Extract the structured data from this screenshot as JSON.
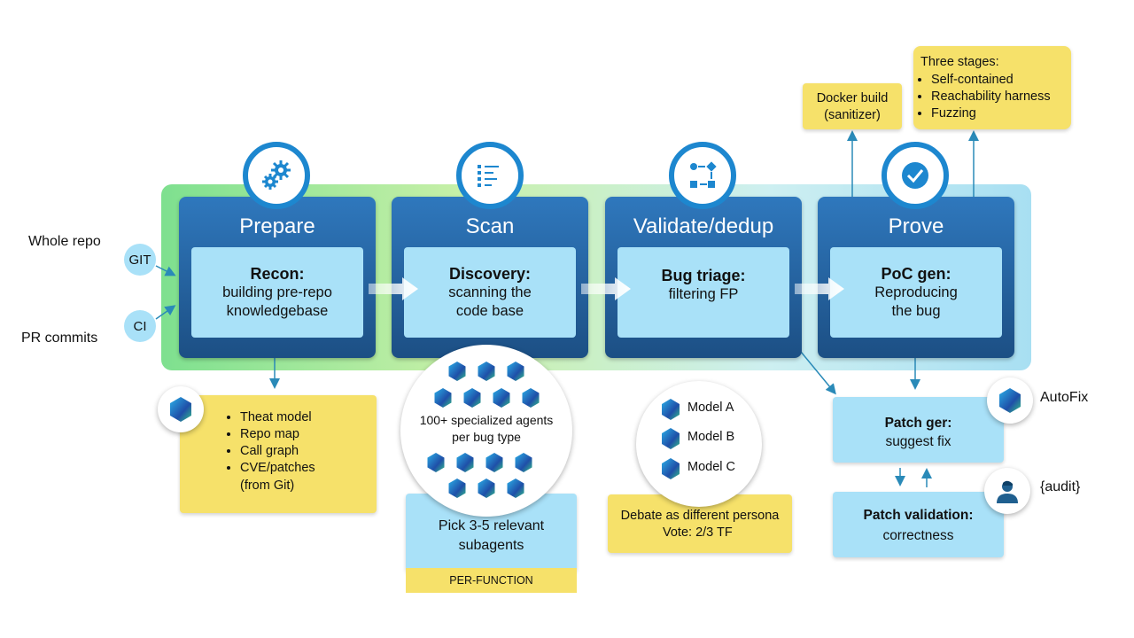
{
  "inputs": {
    "whole_repo": "Whole repo",
    "pr_commits": "PR commits",
    "git": "GIT",
    "ci": "CI"
  },
  "stages": [
    {
      "title": "Prepare",
      "box_title": "Recon:",
      "box_text1": "building pre-repo",
      "box_text2": "knowledgebase",
      "icon": "gears-icon"
    },
    {
      "title": "Scan",
      "box_title": "Discovery:",
      "box_text1": "scanning the",
      "box_text2": "code base",
      "icon": "list-icon"
    },
    {
      "title": "Validate/dedup",
      "box_title": "Bug triage:",
      "box_text1": "filtering FP",
      "box_text2": "",
      "icon": "workflow-icon"
    },
    {
      "title": "Prove",
      "box_title": "PoC gen:",
      "box_text1": "Reproducing",
      "box_text2": "the bug",
      "icon": "check-icon"
    }
  ],
  "prepare_notes": [
    "Theat model",
    "Repo map",
    "Call graph",
    "CVE/patches",
    "(from Git)"
  ],
  "scan_circle_text": "100+ specialized agents per bug type",
  "scan_pick": "Pick 3-5 relevant subagents",
  "scan_per_function": "PER-FUNCTION",
  "models": [
    "Model A",
    "Model B",
    "Model C"
  ],
  "debate_line1": "Debate as different persona",
  "debate_line2": "Vote: 2/3 TF",
  "docker": {
    "line1": "Docker build",
    "line2": "(sanitizer)"
  },
  "three_stages": {
    "title": "Three stages:",
    "items": [
      "Self-contained",
      "Reachability harness",
      "Fuzzing"
    ]
  },
  "patch_gen": {
    "title": "Patch ger:",
    "text": "suggest fix"
  },
  "patch_val": {
    "title": "Patch validation:",
    "text": "correctness"
  },
  "autofix": "AutoFix",
  "audit": "{audit}",
  "colors": {
    "stage": "#2367a8",
    "inner": "#a9e1f8",
    "yellow": "#f6e16a",
    "ring": "#1d87cf"
  }
}
